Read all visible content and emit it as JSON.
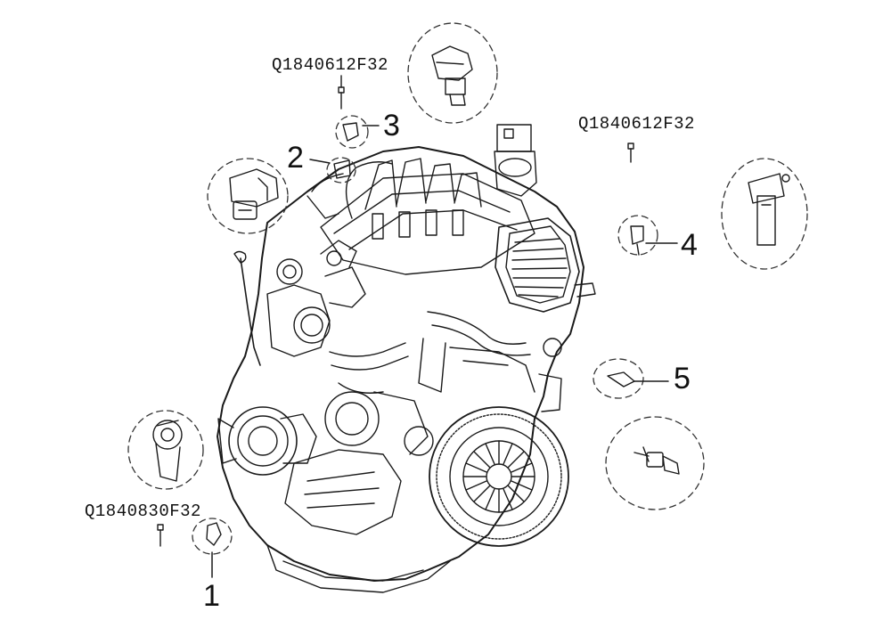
{
  "part_codes": {
    "top_left": "Q1840612F32",
    "top_right": "Q1840612F32",
    "bottom_left": "Q1840830F32"
  },
  "callouts": [
    "1",
    "2",
    "3",
    "4",
    "5"
  ],
  "stroke_color": "#1a1a1a"
}
